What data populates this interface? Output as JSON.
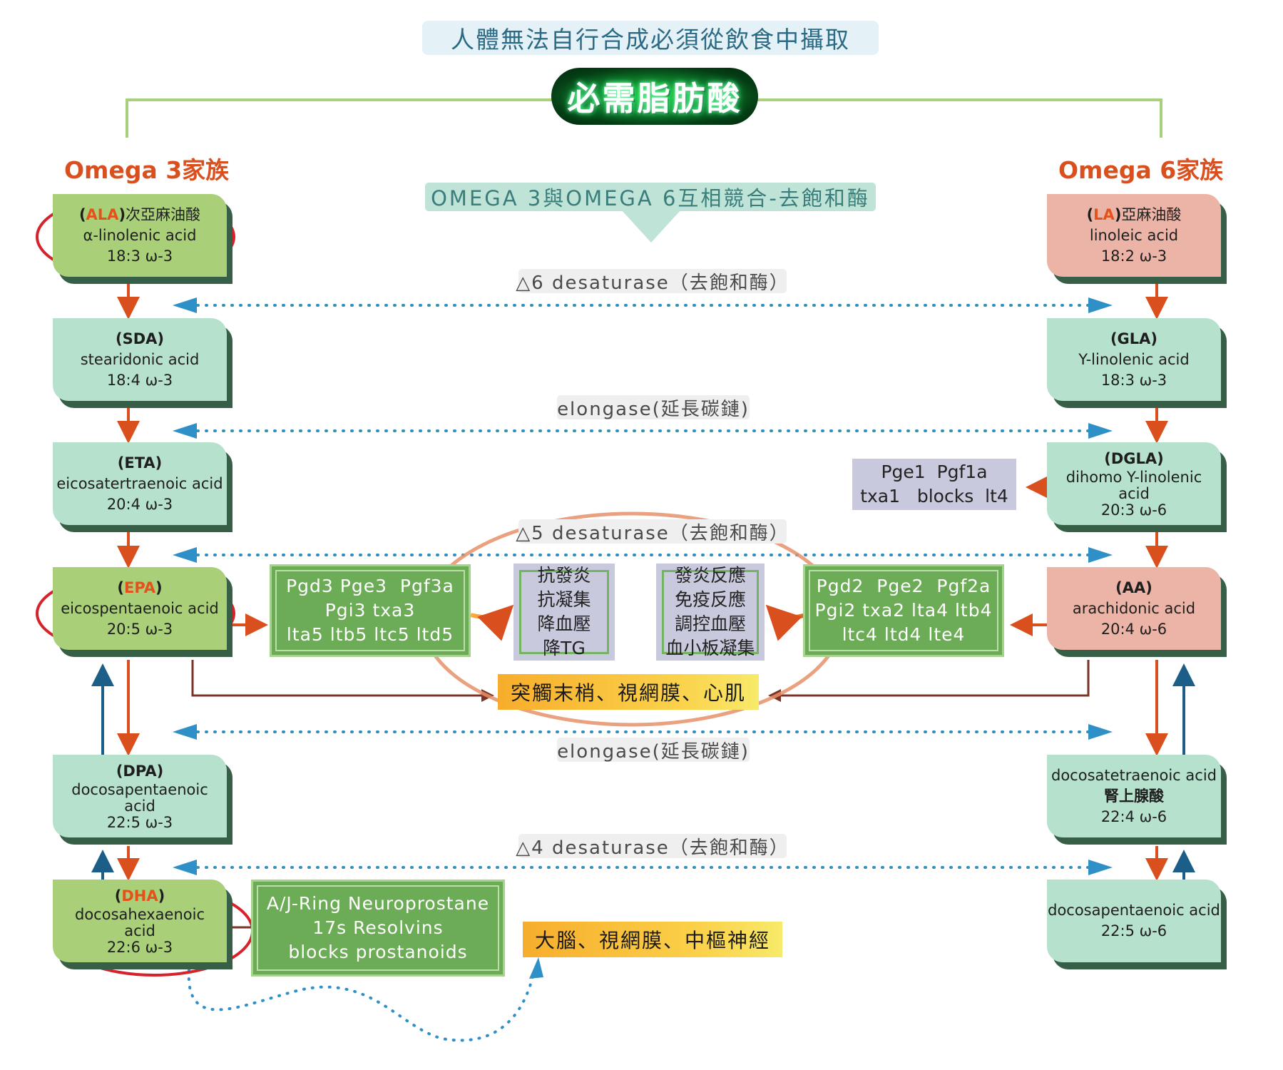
{
  "header": {
    "banner": "人體無法自行合成必須從飲食中攝取",
    "title": "必需脂肪酸"
  },
  "families": {
    "omega3": "Omega 3家族",
    "omega6": "Omega 6家族"
  },
  "competition_label": "OMEGA 3與OMEGA 6互相競合-去飽和酶",
  "enzymes": {
    "delta6": "△6 desaturase（去飽和酶）",
    "elongase1": "elongase(延長碳鏈)",
    "delta5": "△5 desaturase（去飽和酶）",
    "elongase2": "elongase(延長碳鏈)",
    "delta4": "△4 desaturase（去飽和酶）"
  },
  "omega3_chain": {
    "ala": {
      "abbr_open": "(",
      "abbr": "ALA",
      "abbr_close": ")",
      "zh": "次亞麻油酸",
      "name": "α-linolenic acid",
      "formula": "18:3 ω-3"
    },
    "sda": {
      "abbr": "(SDA)",
      "name": "stearidonic acid",
      "formula": "18:4 ω-3"
    },
    "eta": {
      "abbr": "(ETA)",
      "name": "eicosatertraenoic acid",
      "formula": "20:4 ω-3"
    },
    "epa": {
      "abbr_open": "(",
      "abbr": "EPA",
      "abbr_close": ")",
      "name": "eicospentaenoic  acid",
      "formula": "20:5 ω-3"
    },
    "dpa": {
      "abbr": "(DPA)",
      "name_line1": "docosapentaenoic",
      "name_line2": "acid",
      "formula": "22:5 ω-3"
    },
    "dha": {
      "abbr_open": "(",
      "abbr": "DHA",
      "abbr_close": ")",
      "name_line1": "docosahexaenoic",
      "name_line2": "acid",
      "formula": "22:6 ω-3"
    }
  },
  "omega6_chain": {
    "la": {
      "abbr_open": "(",
      "abbr": "LA",
      "abbr_close": ")",
      "zh": "亞麻油酸",
      "name": "linoleic acid",
      "formula": "18:2  ω-3"
    },
    "gla": {
      "abbr": "(GLA)",
      "name": "Y-linolenic acid",
      "formula": "18:3 ω-3"
    },
    "dgla": {
      "abbr": "(DGLA)",
      "name_line1": "dihomo Y-linolenic",
      "name_line2": "acid",
      "formula": "20:3  ω-6"
    },
    "aa": {
      "abbr": "(AA)",
      "name": "arachidonic acid",
      "formula": "20:4 ω-6"
    },
    "adrenic": {
      "name": "docosatetraenoic acid",
      "zh": "腎上腺酸",
      "formula": "22:4 ω-6"
    },
    "dpa6": {
      "name": "docosapentaenoic acid",
      "formula": "22:5 ω-6"
    }
  },
  "derivatives": {
    "dgla_products": [
      "Pge1  Pgf1a",
      "txa1   blocks  lt4"
    ],
    "epa_products": [
      "Pgd3 Pge3  Pgf3a",
      "Pgi3 txa3",
      "lta5 ltb5 ltc5 ltd5"
    ],
    "aa_products": [
      "Pgd2  Pge2  Pgf2a",
      "Pgi2 txa2 lta4 ltb4",
      "ltc4 ltd4 lte4"
    ],
    "dha_products": [
      "A/J-Ring Neuroprostane",
      "17s Resolvins",
      "blocks prostanoids"
    ]
  },
  "effects": {
    "anti": [
      "抗發炎",
      "抗凝集",
      "降血壓",
      "降TG"
    ],
    "pro": [
      "發炎反應",
      "免疫反應",
      "調控血壓",
      "血小板凝集"
    ]
  },
  "targets": {
    "epa_aa": "突觸末梢、視網膜、心肌",
    "dha": "大腦、視網膜、中樞神經"
  },
  "colors": {
    "orange_arrow": "#d9501e",
    "blue_arrow": "#1c5e88",
    "dotted_arrow": "#2f90c8",
    "brown_line": "#7b3327",
    "red_circle": "#d6222a",
    "big_circle": "#e6906a"
  }
}
